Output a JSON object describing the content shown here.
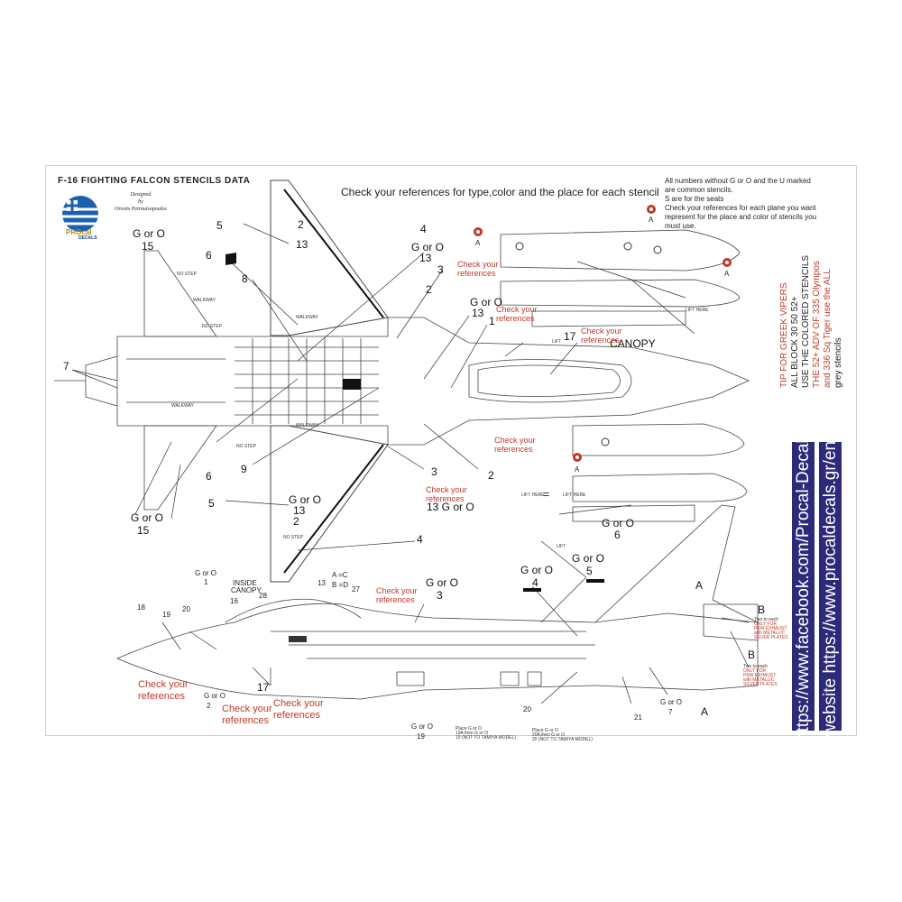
{
  "title": "F-16 FIGHTING FALCON STENCILS DATA",
  "designed_by": [
    "Designed",
    "by",
    "Orestis Petroutsopoulos"
  ],
  "logo": {
    "brand": "PROcal",
    "sub": "DECALS",
    "icon": "greek-flag-logo-icon"
  },
  "header": "Check your references for  type,color and the place for  each stencil",
  "notes": [
    "All numbers without G or O and the U marked",
    "are common stencils.",
    "S are for the seats",
    "Check your references for each plane you want",
    "represent for the place and color of stencils you",
    "must use."
  ],
  "tip": [
    "TIP FOR GREEK VIPERS",
    "ALL BLOCK 30 50 52+",
    "USE THE COLORED STENCILS",
    "THE 52+ ADV OF 335 Olympos",
    "and 336 Sq Tiger use the ALL",
    "grey stencils"
  ],
  "banners": {
    "facebook": "https://www.facebook.com/Procal-Decals",
    "website": "website   https://www.procaldecals.gr/en/"
  },
  "check": "Check your references",
  "top_view": {
    "labels": [
      "G or O",
      "15",
      "5",
      "6",
      "8",
      "7",
      "2",
      "13",
      "4",
      "G or O",
      "13",
      "3",
      "2",
      "G or O",
      "13",
      "1",
      "17",
      "CANOPY",
      "2",
      "3",
      "9",
      "6",
      "5",
      "G or O",
      "13",
      "2",
      "13 G or O",
      "4",
      "G or O",
      "15"
    ],
    "stencils": [
      "NO STEP",
      "WALKWAY",
      "NO STEP",
      "WALKWAY",
      "WALKWAY",
      "NO STEP",
      "NO STEP",
      "WALKWAY",
      "LIFT HERE"
    ]
  },
  "tanks": {
    "A": "A",
    "lift": "LIFT HERE",
    "lift2": "LIFT",
    "eq": "="
  },
  "side_view": {
    "labels": [
      "G or O",
      "1",
      "INSIDE",
      "CANOPY",
      "16",
      "28",
      "13",
      "A =C",
      "B =D",
      "27",
      "G or O",
      "3",
      "G or O",
      "4",
      "G or O",
      "5",
      "G or O",
      "6",
      "18",
      "19",
      "20",
      "17",
      "G or O",
      "2",
      "G or O",
      "19",
      "20",
      "21",
      "G or O",
      "7",
      "A",
      "A",
      "B",
      "B"
    ],
    "small": [
      "Place G or O",
      "19A then G or O",
      "19 (NOT TO TAMIYA MODEL)",
      "Place G or O",
      "20A then G or O",
      "20 (NOT TO TAMIYA MODEL)"
    ],
    "exhaust": [
      "Two to each",
      "ONLY FOR",
      "P&W EXHAUST",
      "with METALLIC",
      "SILVER PLATES"
    ]
  }
}
